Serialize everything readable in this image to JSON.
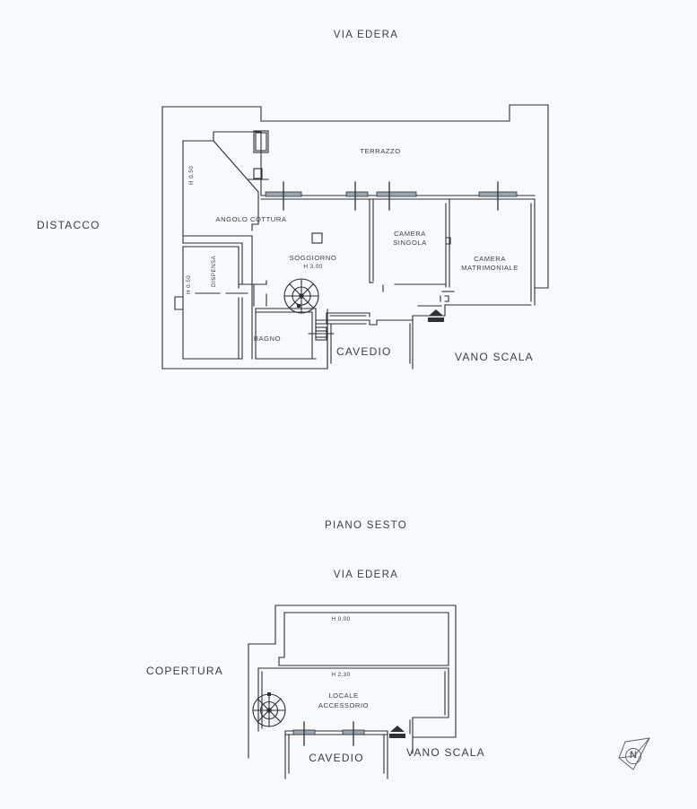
{
  "document": {
    "type": "architectural-floor-plan",
    "background_color": "#f7f9fb",
    "line_color": "#2c3136"
  },
  "upper_plan": {
    "street_label": "VIA EDERA",
    "left_label": "DISTACCO",
    "section_label": "PIANO SESTO",
    "rooms": [
      {
        "name": "TERRAZZO",
        "label": "TERRAZZO"
      },
      {
        "name": "ANGOLO COTTURA",
        "label": "ANGOLO COTTURA"
      },
      {
        "name": "SOGGIORNO",
        "label": "SOGGIORNO",
        "height": "H 3.00"
      },
      {
        "name": "CAMERA SINGOLA",
        "label_line1": "CAMERA",
        "label_line2": "SINGOLA"
      },
      {
        "name": "CAMERA MATRIMONIALE",
        "label_line1": "CAMERA",
        "label_line2": "MATRIMONIALE"
      },
      {
        "name": "DISPENSA",
        "label": "DISPENSA"
      },
      {
        "name": "BAGNO",
        "label": "BAGNO"
      },
      {
        "name": "CAVEDIO",
        "label": "CAVEDIO"
      },
      {
        "name": "VANO SCALA",
        "label": "VANO SCALA"
      }
    ],
    "height_notes": [
      {
        "id": "terrace-left-h",
        "value": "H 0.50"
      },
      {
        "id": "dispensa-h",
        "value": "H 0.50"
      },
      {
        "id": "soggiorno-h",
        "value": "H 3.00"
      }
    ]
  },
  "lower_plan": {
    "street_label": "VIA EDERA",
    "left_label": "COPERTURA",
    "rooms": [
      {
        "name": "LOCALE ACCESSORIO",
        "label_line1": "LOCALE",
        "label_line2": "ACCESSORIO"
      },
      {
        "name": "CAVEDIO",
        "label": "CAVEDIO"
      },
      {
        "name": "VANO SCALA",
        "label": "VANO SCALA"
      }
    ],
    "height_notes": [
      {
        "id": "roof-h",
        "value": "H 0.00"
      },
      {
        "id": "locale-h",
        "value": "H 2.30"
      }
    ]
  },
  "compass": {
    "label": "N",
    "name": "north-arrow"
  }
}
